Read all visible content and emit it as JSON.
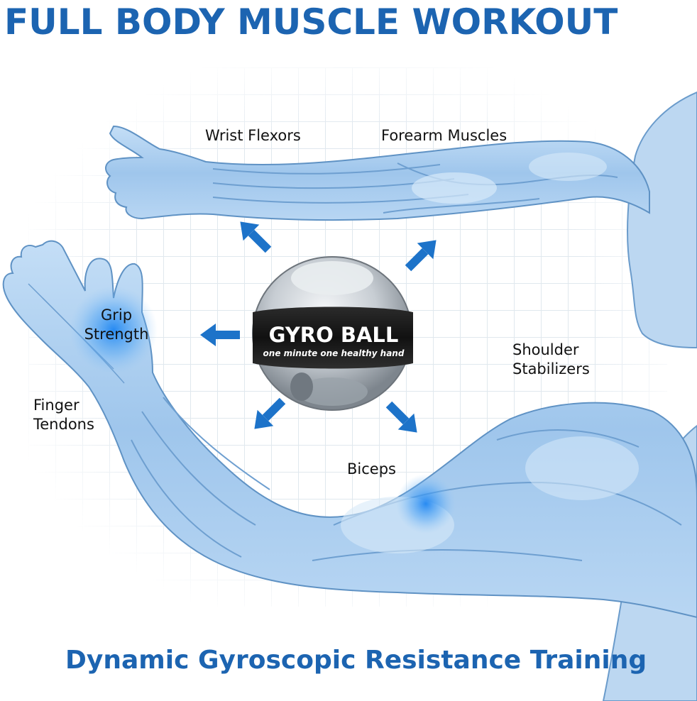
{
  "title": "FULL BODY MUSCLE WORKOUT",
  "labels": {
    "wrist_flexors": "Wrist Flexors",
    "forearm_muscles": "Forearm Muscles",
    "grip_line1": "Grip",
    "grip_line2": "Strength",
    "finger_line1": "Finger",
    "finger_line2": "Tendons",
    "shoulder_line1": "Shoulder",
    "shoulder_line2": "Stabilizers",
    "biceps": "Biceps"
  },
  "product": {
    "name": "GYRO BALL",
    "tagline": "one minute  one healthy hand"
  },
  "subtitle": "Dynamic Gyroscopic Resistance Training",
  "colors": {
    "title": "#1c64b1",
    "arm_fill": "#a9cdf0",
    "arm_stroke": "#5f92c4",
    "arrow": "#1d73c9",
    "glow": "#2a8cf0"
  }
}
